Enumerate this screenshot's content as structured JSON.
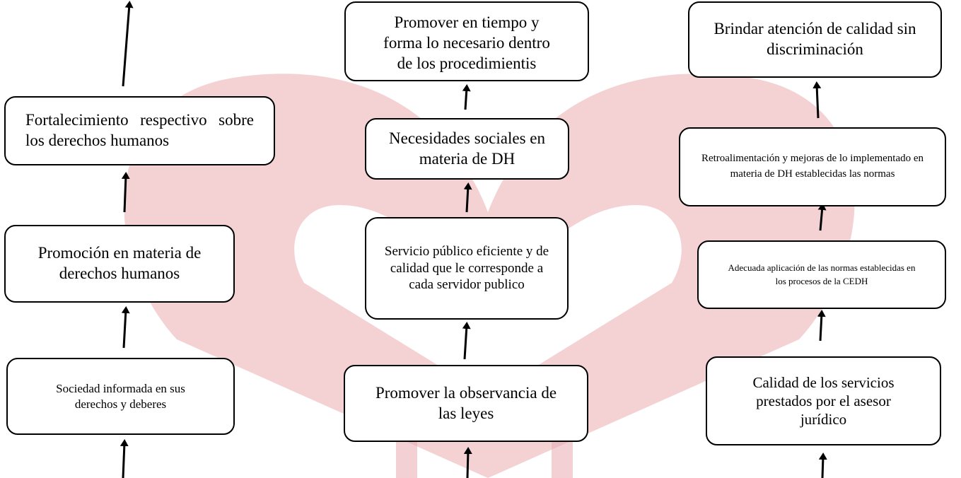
{
  "diagram": {
    "columns": [
      {
        "boxes": [
          {
            "text": "Sociedad informada en sus derechos y deberes"
          },
          {
            "text": "Promoción en materia de derechos humanos"
          },
          {
            "text": "Fortalecimiento respectivo sobre los derechos humanos"
          }
        ]
      },
      {
        "boxes": [
          {
            "text": "Promover la observancia de las leyes"
          },
          {
            "text": "Servicio público eficiente y de calidad que le corresponde a cada servidor publico"
          },
          {
            "text": "Necesidades sociales en materia de DH"
          },
          {
            "text": "Promover en tiempo y forma lo necesario dentro de los procedimientis"
          }
        ]
      },
      {
        "boxes": [
          {
            "text": "Calidad de los servicios prestados por el asesor jurídico"
          },
          {
            "text": "Adecuada aplicación de las normas establecidas en los procesos de la CEDH"
          },
          {
            "text": "Retroalimentación y mejoras de lo implementado en materia de DH establecidas las normas"
          },
          {
            "text": "Brindar atención de calidad sin discriminación"
          }
        ]
      }
    ],
    "colors": {
      "box_border": "#000000",
      "arrow": "#000000",
      "watermark": "#e8a8ad"
    }
  }
}
